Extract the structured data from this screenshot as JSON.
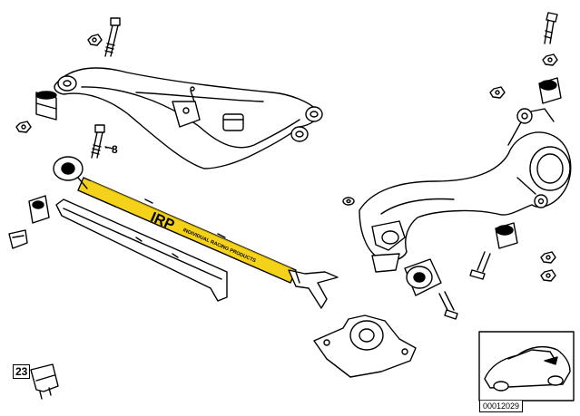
{
  "callouts": {
    "part_8": "8",
    "part_23": "23"
  },
  "rod_brand": {
    "logo": "IRP",
    "text": "INDIVIDUAL RACING PRODUCTS"
  },
  "inset": {
    "code": "00012029"
  },
  "colors": {
    "rod_yellow": "#f5d21a",
    "line": "#000000",
    "background": "#ffffff"
  }
}
